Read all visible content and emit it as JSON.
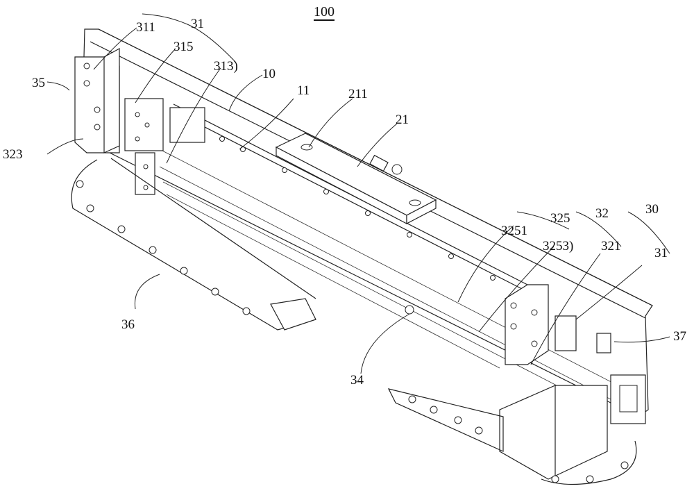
{
  "figure": {
    "title": "100",
    "description": "Isometric patent drawing of a linear module with rail, slide block, carriage assemblies, drag chains and motor",
    "line_color": "#222222",
    "background": "#ffffff"
  },
  "labels": [
    {
      "id": "l100",
      "text": "100",
      "part": "linear-module-assembly"
    },
    {
      "id": "l31a",
      "text": "31",
      "part": "first-carriage-assembly"
    },
    {
      "id": "l311",
      "text": "311",
      "part": "mounting-plate"
    },
    {
      "id": "l315",
      "text": "315",
      "part": "slider-block"
    },
    {
      "id": "l313",
      "text": "313)",
      "part": "guide-block"
    },
    {
      "id": "l35",
      "text": "35",
      "part": "limit-sensor"
    },
    {
      "id": "l323",
      "text": "323",
      "part": "pulley"
    },
    {
      "id": "l10",
      "text": "10",
      "part": "base-beam"
    },
    {
      "id": "l11",
      "text": "11",
      "part": "guide-rail"
    },
    {
      "id": "l211",
      "text": "211",
      "part": "mounting-hole"
    },
    {
      "id": "l21",
      "text": "21",
      "part": "slide-table"
    },
    {
      "id": "l3251",
      "text": "3251",
      "part": "belt"
    },
    {
      "id": "l325",
      "text": "325",
      "part": "transmission-assembly"
    },
    {
      "id": "l32",
      "text": "32",
      "part": "drive-assembly"
    },
    {
      "id": "l30",
      "text": "30",
      "part": "moving-mechanism"
    },
    {
      "id": "l3253",
      "text": "3253)",
      "part": "belt-clamp"
    },
    {
      "id": "l321",
      "text": "321",
      "part": "motor"
    },
    {
      "id": "l31b",
      "text": "31",
      "part": "second-carriage-assembly"
    },
    {
      "id": "l37",
      "text": "37",
      "part": "sensor-bracket"
    },
    {
      "id": "l36",
      "text": "36",
      "part": "drag-chain-upper"
    },
    {
      "id": "l34",
      "text": "34",
      "part": "cable-fitting"
    }
  ]
}
